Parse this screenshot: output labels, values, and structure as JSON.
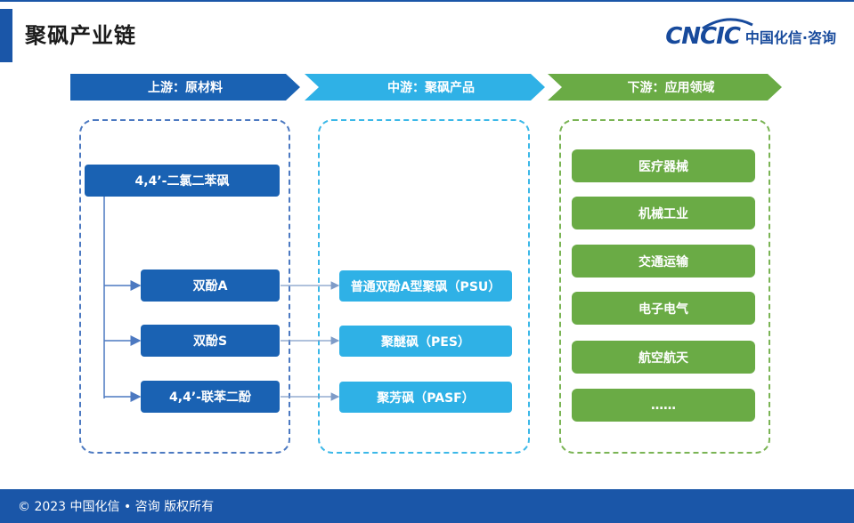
{
  "title": "聚砜产业链",
  "logo": {
    "brand": "CNCIC",
    "name_cn": "中国化信·咨询"
  },
  "stages": [
    {
      "label": "上游：原材料"
    },
    {
      "label": "中游：聚砜产品"
    },
    {
      "label": "下游：应用领域"
    }
  ],
  "upstream": {
    "root": "4,4’-二氯二苯砜",
    "items": [
      "双酚A",
      "双酚S",
      "4,4’-联苯二酚"
    ]
  },
  "midstream": {
    "items": [
      "普通双酚A型聚砜（PSU）",
      "聚醚砜（PES）",
      "聚芳砜（PASF）"
    ]
  },
  "downstream": {
    "items": [
      "医疗器械",
      "机械工业",
      "交通运输",
      "电子电气",
      "航空航天",
      "……"
    ]
  },
  "footer": "© 2023 中国化信 • 咨询  版权所有",
  "colors": {
    "upstream": "#1a62b3",
    "midstream": "#2fb1e6",
    "downstream": "#6aab45",
    "brand": "#1a56a8"
  }
}
